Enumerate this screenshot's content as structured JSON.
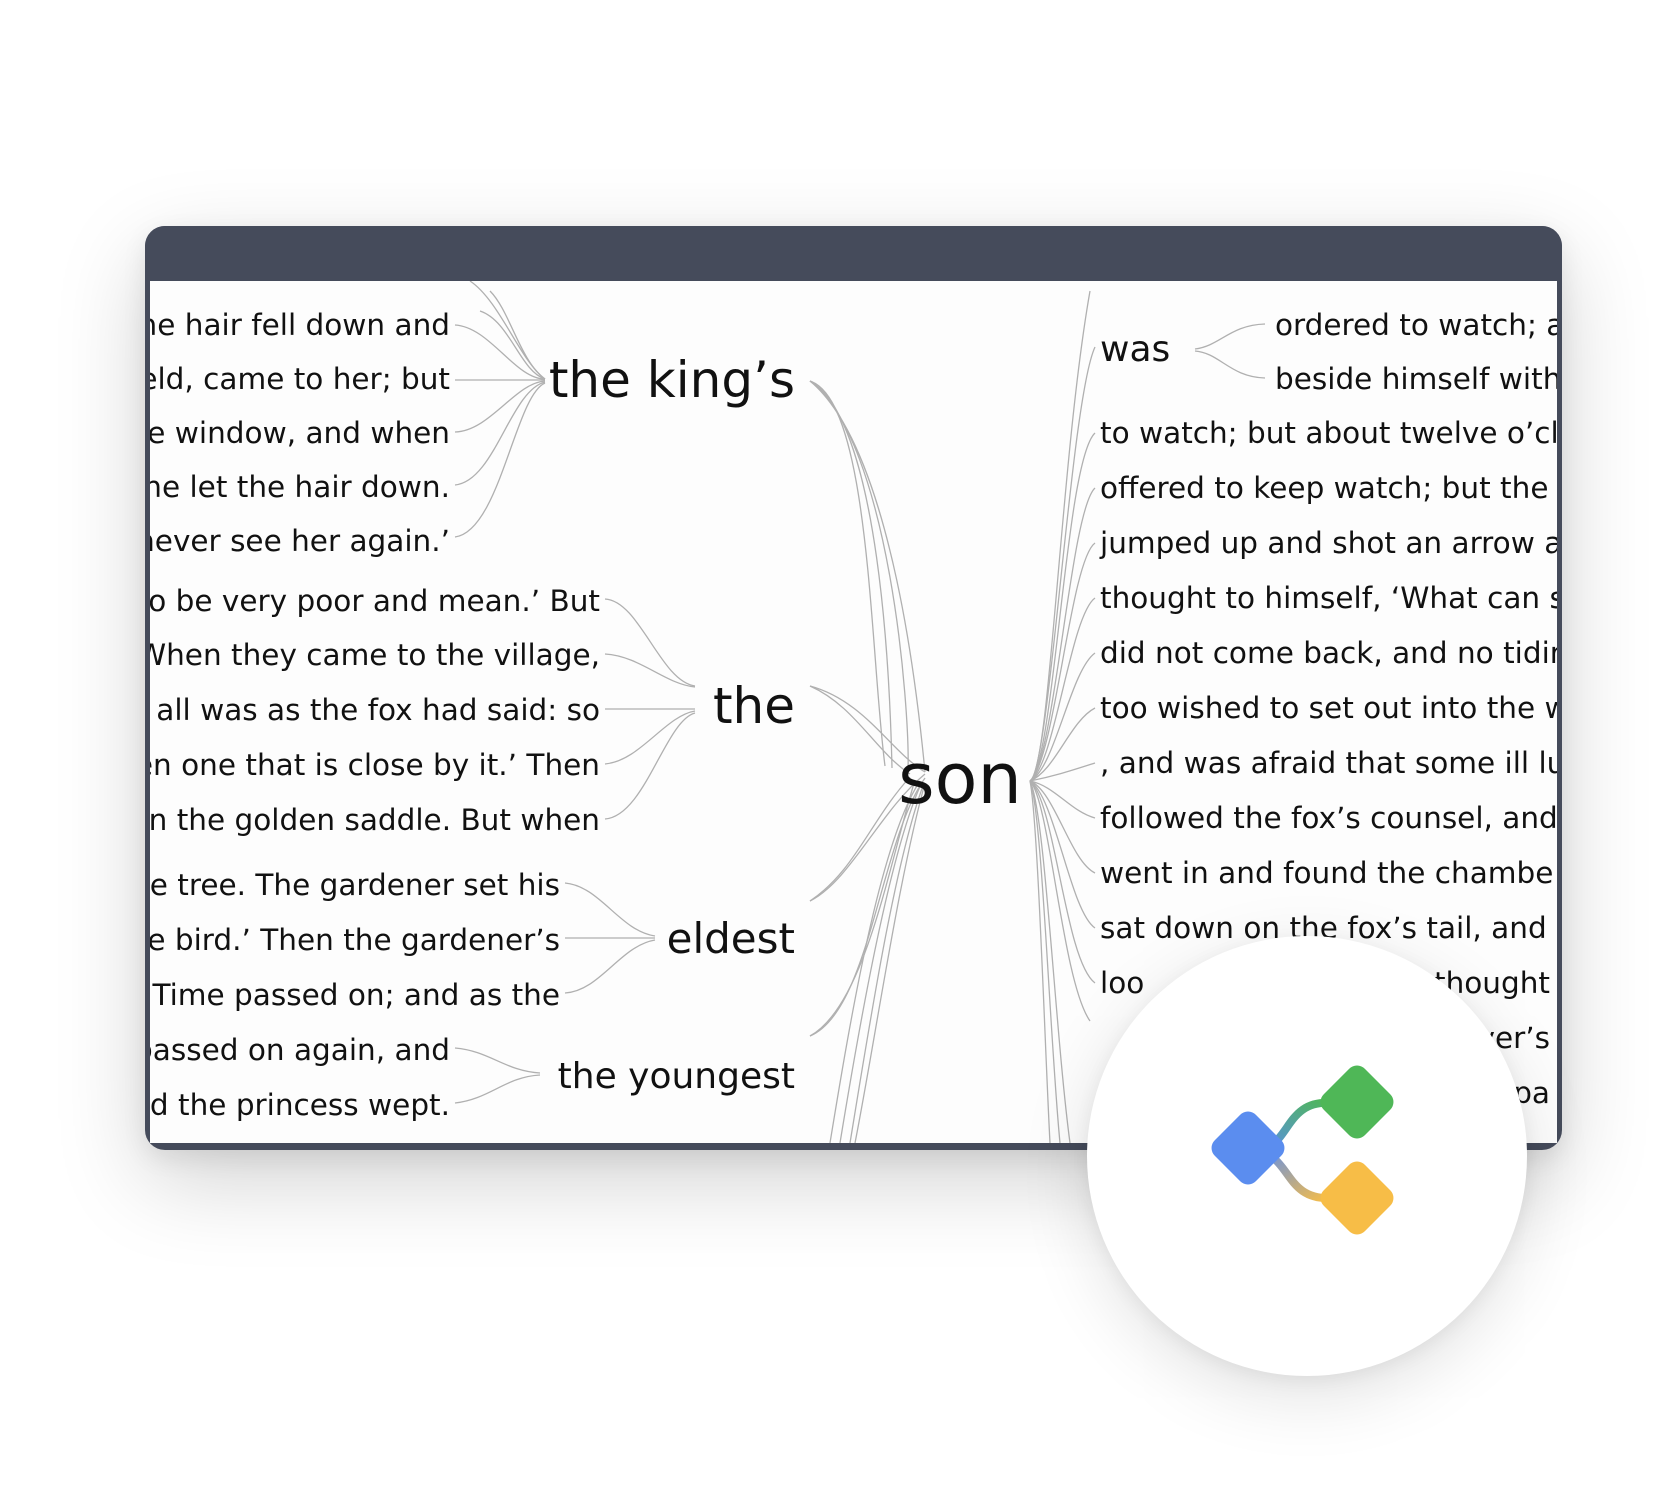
{
  "app": {
    "colors": {
      "window_frame": "#454b5b",
      "canvas": "#fdfdfd",
      "branch_lines": "#b0b0b0",
      "text": "#111111",
      "logo_blue": "#5b8def",
      "logo_green": "#4fb757",
      "logo_yellow": "#f7bd47"
    }
  },
  "word_tree": {
    "root": "son",
    "left": {
      "kings": {
        "label": "the king’s",
        "contexts": [
          "the hair fell down and",
          "held, came to her; but",
          "the window, and when",
          "she let the hair down.",
          "l never see her again.’"
        ]
      },
      "the": {
        "label": "the",
        "contexts": [
          "u to be very poor and mean.’ But",
          "When they came to the village,",
          "ite all was as the fox had said: so",
          "den one that is close by it.’ Then",
          "pon the golden saddle. But when"
        ]
      },
      "eldest": {
        "label": "eldest",
        "contexts": [
          "the tree. The gardener set his",
          "ble bird.’  Then the gardener’s",
          ".  Time passed on; and as the"
        ]
      },
      "youngest": {
        "label": "the youngest",
        "contexts": [
          "passed on again, and",
          "d the princess wept."
        ]
      }
    },
    "right": {
      "was": {
        "label": "was",
        "contexts": [
          "ordered to watch; a",
          "beside himself with"
        ]
      },
      "continuations": [
        "to watch; but about twelve o’cl",
        "offered to keep watch; but the",
        "jumped up and shot an arrow a",
        "thought to himself, ‘What can s",
        "did not come back, and no tidir",
        "too wished to set out into the w",
        ", and was afraid that some ill lu",
        "followed the fox’s counsel, and",
        "went in and found the chambe",
        "sat down on the fox’s tail, and a",
        "loo",
        "thought",
        "ver’s",
        "pa"
      ]
    }
  },
  "logo": {
    "icon": "word-tree-branch-icon"
  }
}
